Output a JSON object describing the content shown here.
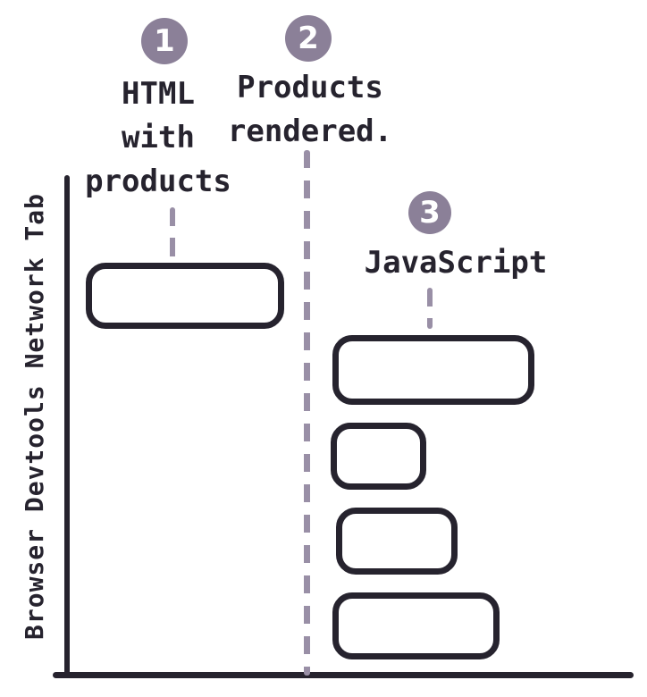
{
  "colors": {
    "background": "#ffffff",
    "ink": "#26232e",
    "accent": "#8b8098",
    "dash": "#998fa6",
    "badge_text": "#ffffff"
  },
  "steps": [
    {
      "number": "1",
      "lines": [
        "HTML",
        "with",
        "products"
      ]
    },
    {
      "number": "2",
      "lines": [
        "Products",
        "rendered."
      ]
    },
    {
      "number": "3",
      "lines": [
        "JavaScript"
      ]
    }
  ],
  "axis": {
    "y_label": "Browser Devtools Network Tab"
  },
  "requests": {
    "before_render_count": 1,
    "after_render_count": 4
  }
}
